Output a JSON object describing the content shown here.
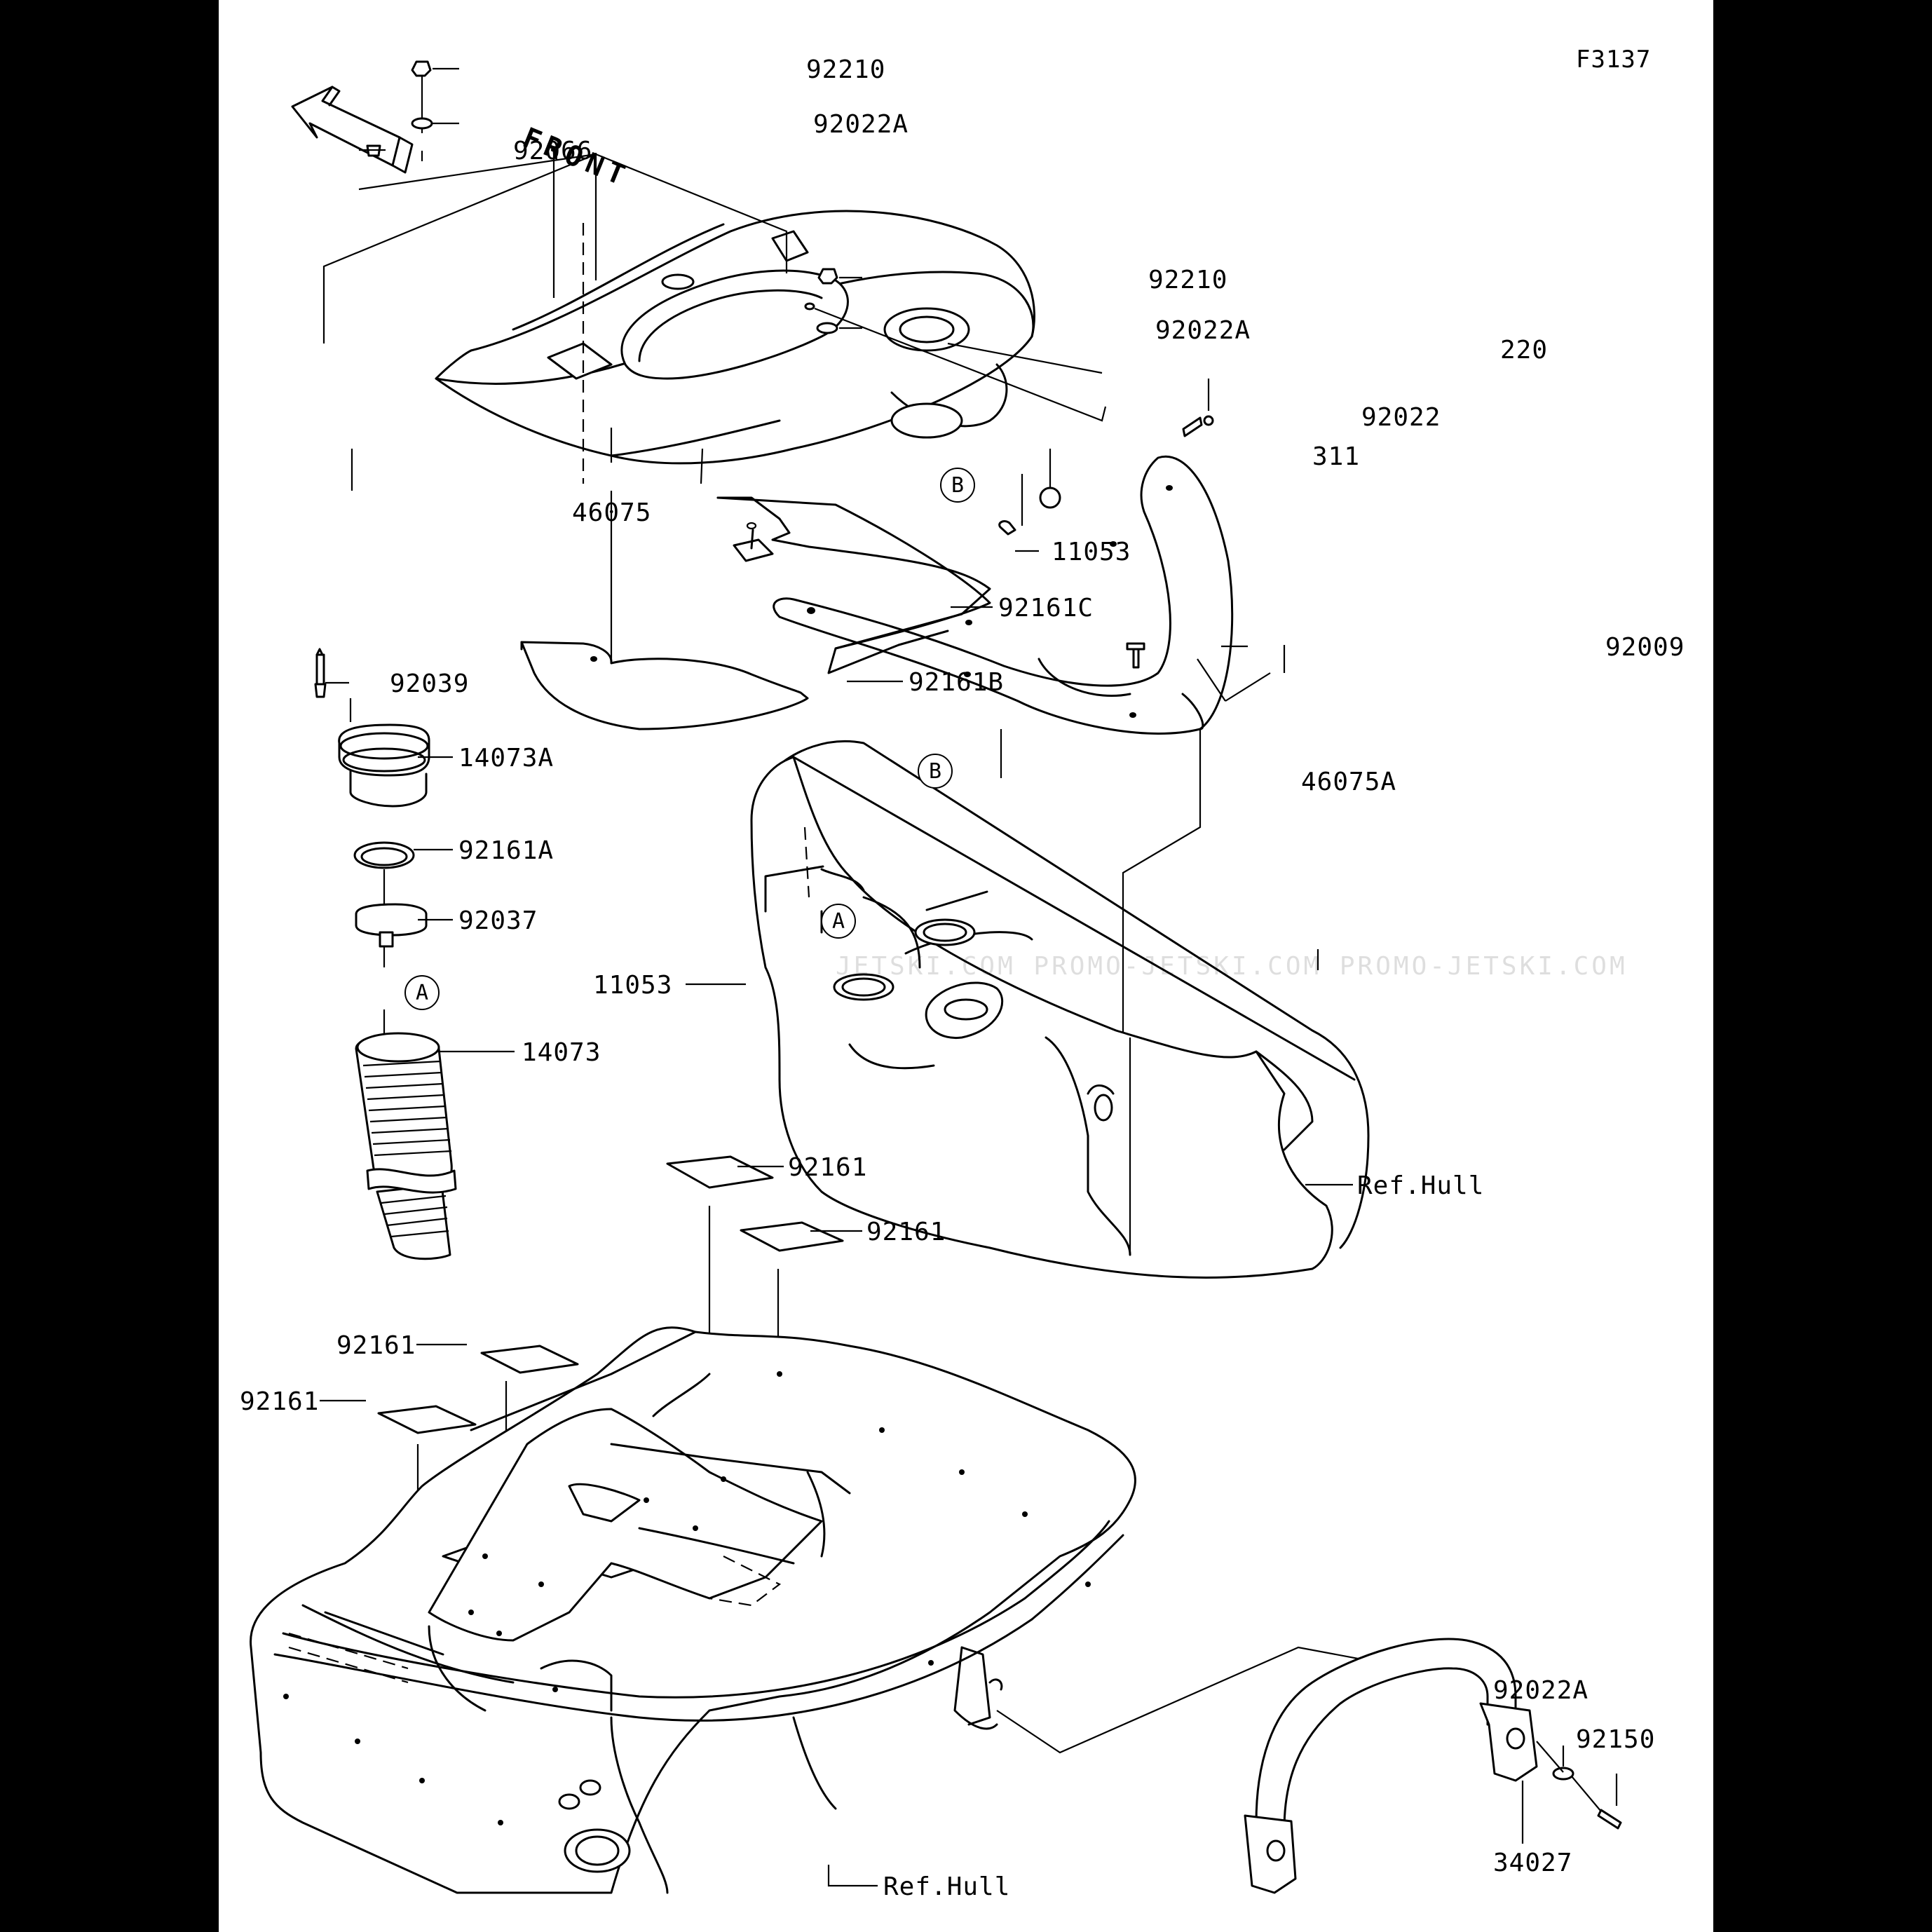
{
  "figure_id": "F3137",
  "front_label": "FRONT",
  "watermark": "JETSKI.COM  PROMO-JETSKI.COM  PROMO-JETSKI.COM",
  "callouts": {
    "p92210_top": "92210",
    "p92022A_top": "92022A",
    "p92066": "92066",
    "p92210_mid": "92210",
    "p92022A_mid": "92022A",
    "p220": "220",
    "p92022": "92022",
    "p311": "311",
    "p46075": "46075",
    "p11053_top": "11053",
    "p92161C": "92161C",
    "p92009": "92009",
    "p92039": "92039",
    "p92161B": "92161B",
    "p46075A": "46075A",
    "p14073A": "14073A",
    "p92161A": "92161A",
    "p92037": "92037",
    "p11053_mid": "11053",
    "p14073": "14073",
    "p92161_a": "92161",
    "p92161_b": "92161",
    "ref_hull_mid": "Ref.Hull",
    "p92161_c": "92161",
    "p92161_d": "92161",
    "p92022A_bot": "92022A",
    "p92150": "92150",
    "p34027": "34027",
    "ref_hull_bot": "Ref.Hull"
  },
  "circle_markers": {
    "b_top": "B",
    "b_hull": "B",
    "a_hull": "A",
    "a_hose": "A"
  },
  "colors": {
    "background": "#000000",
    "sheet": "#ffffff",
    "ink": "#000000"
  }
}
